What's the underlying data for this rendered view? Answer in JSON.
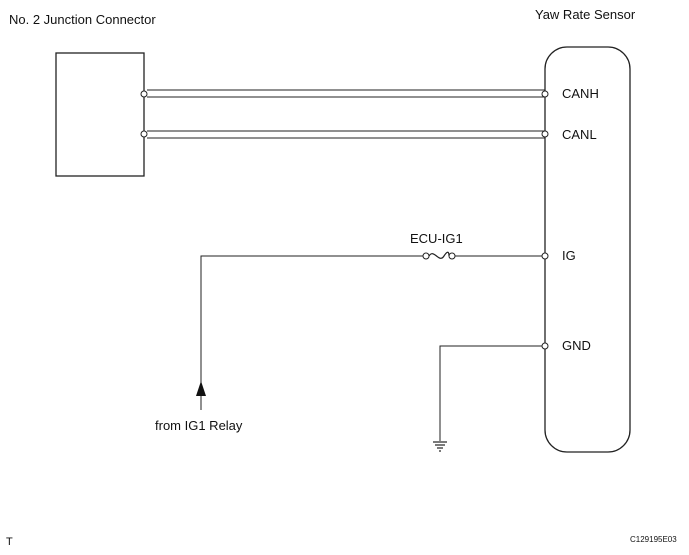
{
  "diagram": {
    "left_component": "No. 2 Junction Connector",
    "right_component": "Yaw Rate Sensor",
    "pins": {
      "canh": "CANH",
      "canl": "CANL",
      "ig": "IG",
      "gnd": "GND"
    },
    "fuse": "ECU-IG1",
    "source": "from IG1 Relay",
    "corner_mark": "T",
    "figure_code": "C129195E03"
  }
}
